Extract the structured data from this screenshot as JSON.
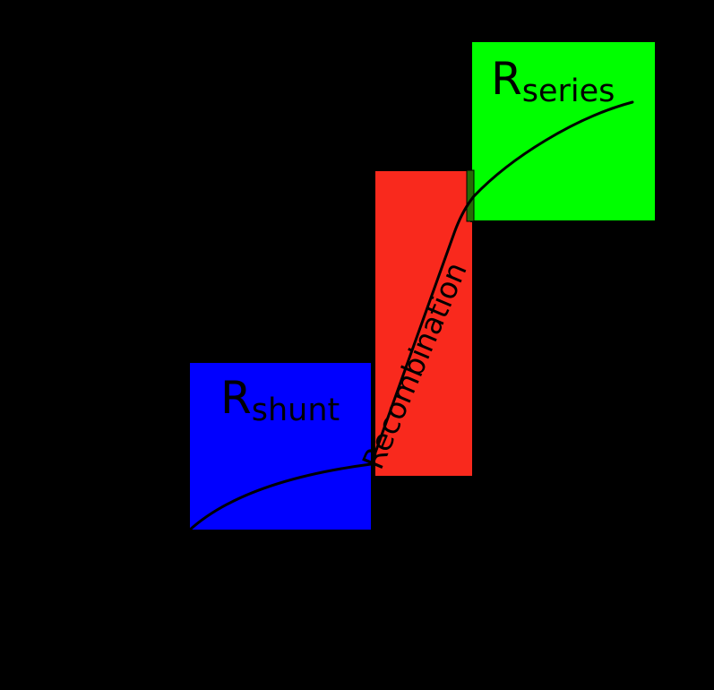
{
  "figure": {
    "background": "#000000",
    "curve": {
      "color": "#000000",
      "description": "diode dark IV curve passing through three resistance regions"
    },
    "regions": {
      "shunt": {
        "label_main": "R",
        "label_sub": "shunt",
        "color": "#0000ff"
      },
      "recombination": {
        "label": "Recombination",
        "color": "#f9291d"
      },
      "series": {
        "label_main": "R",
        "label_sub": "series",
        "color": "#00ff00"
      }
    },
    "overlap_seam_color": "#256d06"
  }
}
